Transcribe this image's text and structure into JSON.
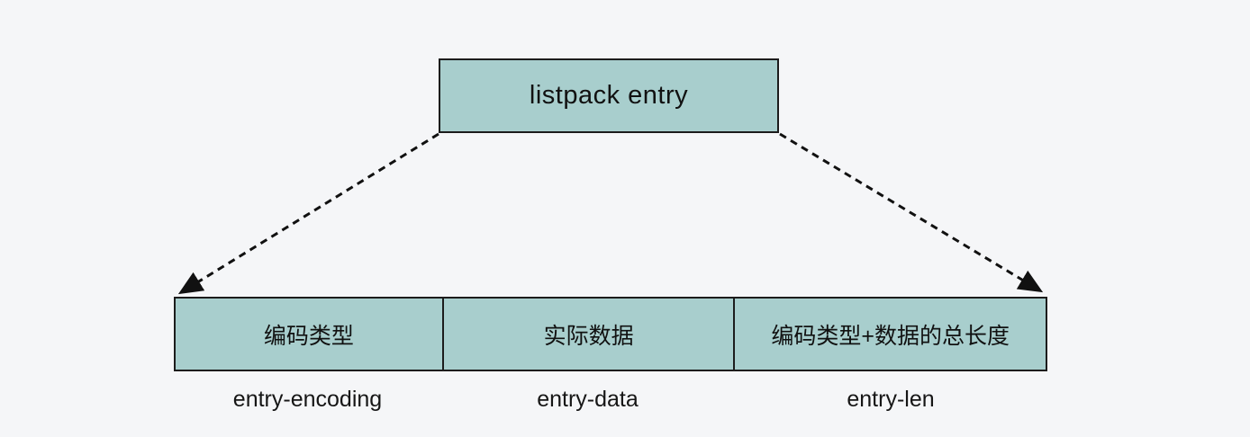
{
  "diagram": {
    "title": "listpack entry",
    "fields": [
      {
        "cn": "编码类型",
        "en": "entry-encoding"
      },
      {
        "cn": "实际数据",
        "en": "entry-data"
      },
      {
        "cn": "编码类型+数据的总长度",
        "en": "entry-len"
      }
    ]
  },
  "colors": {
    "background": "#f5f6f8",
    "box-fill": "#a8cecd",
    "box-border": "#1c1c1c",
    "arrow": "#111111"
  }
}
